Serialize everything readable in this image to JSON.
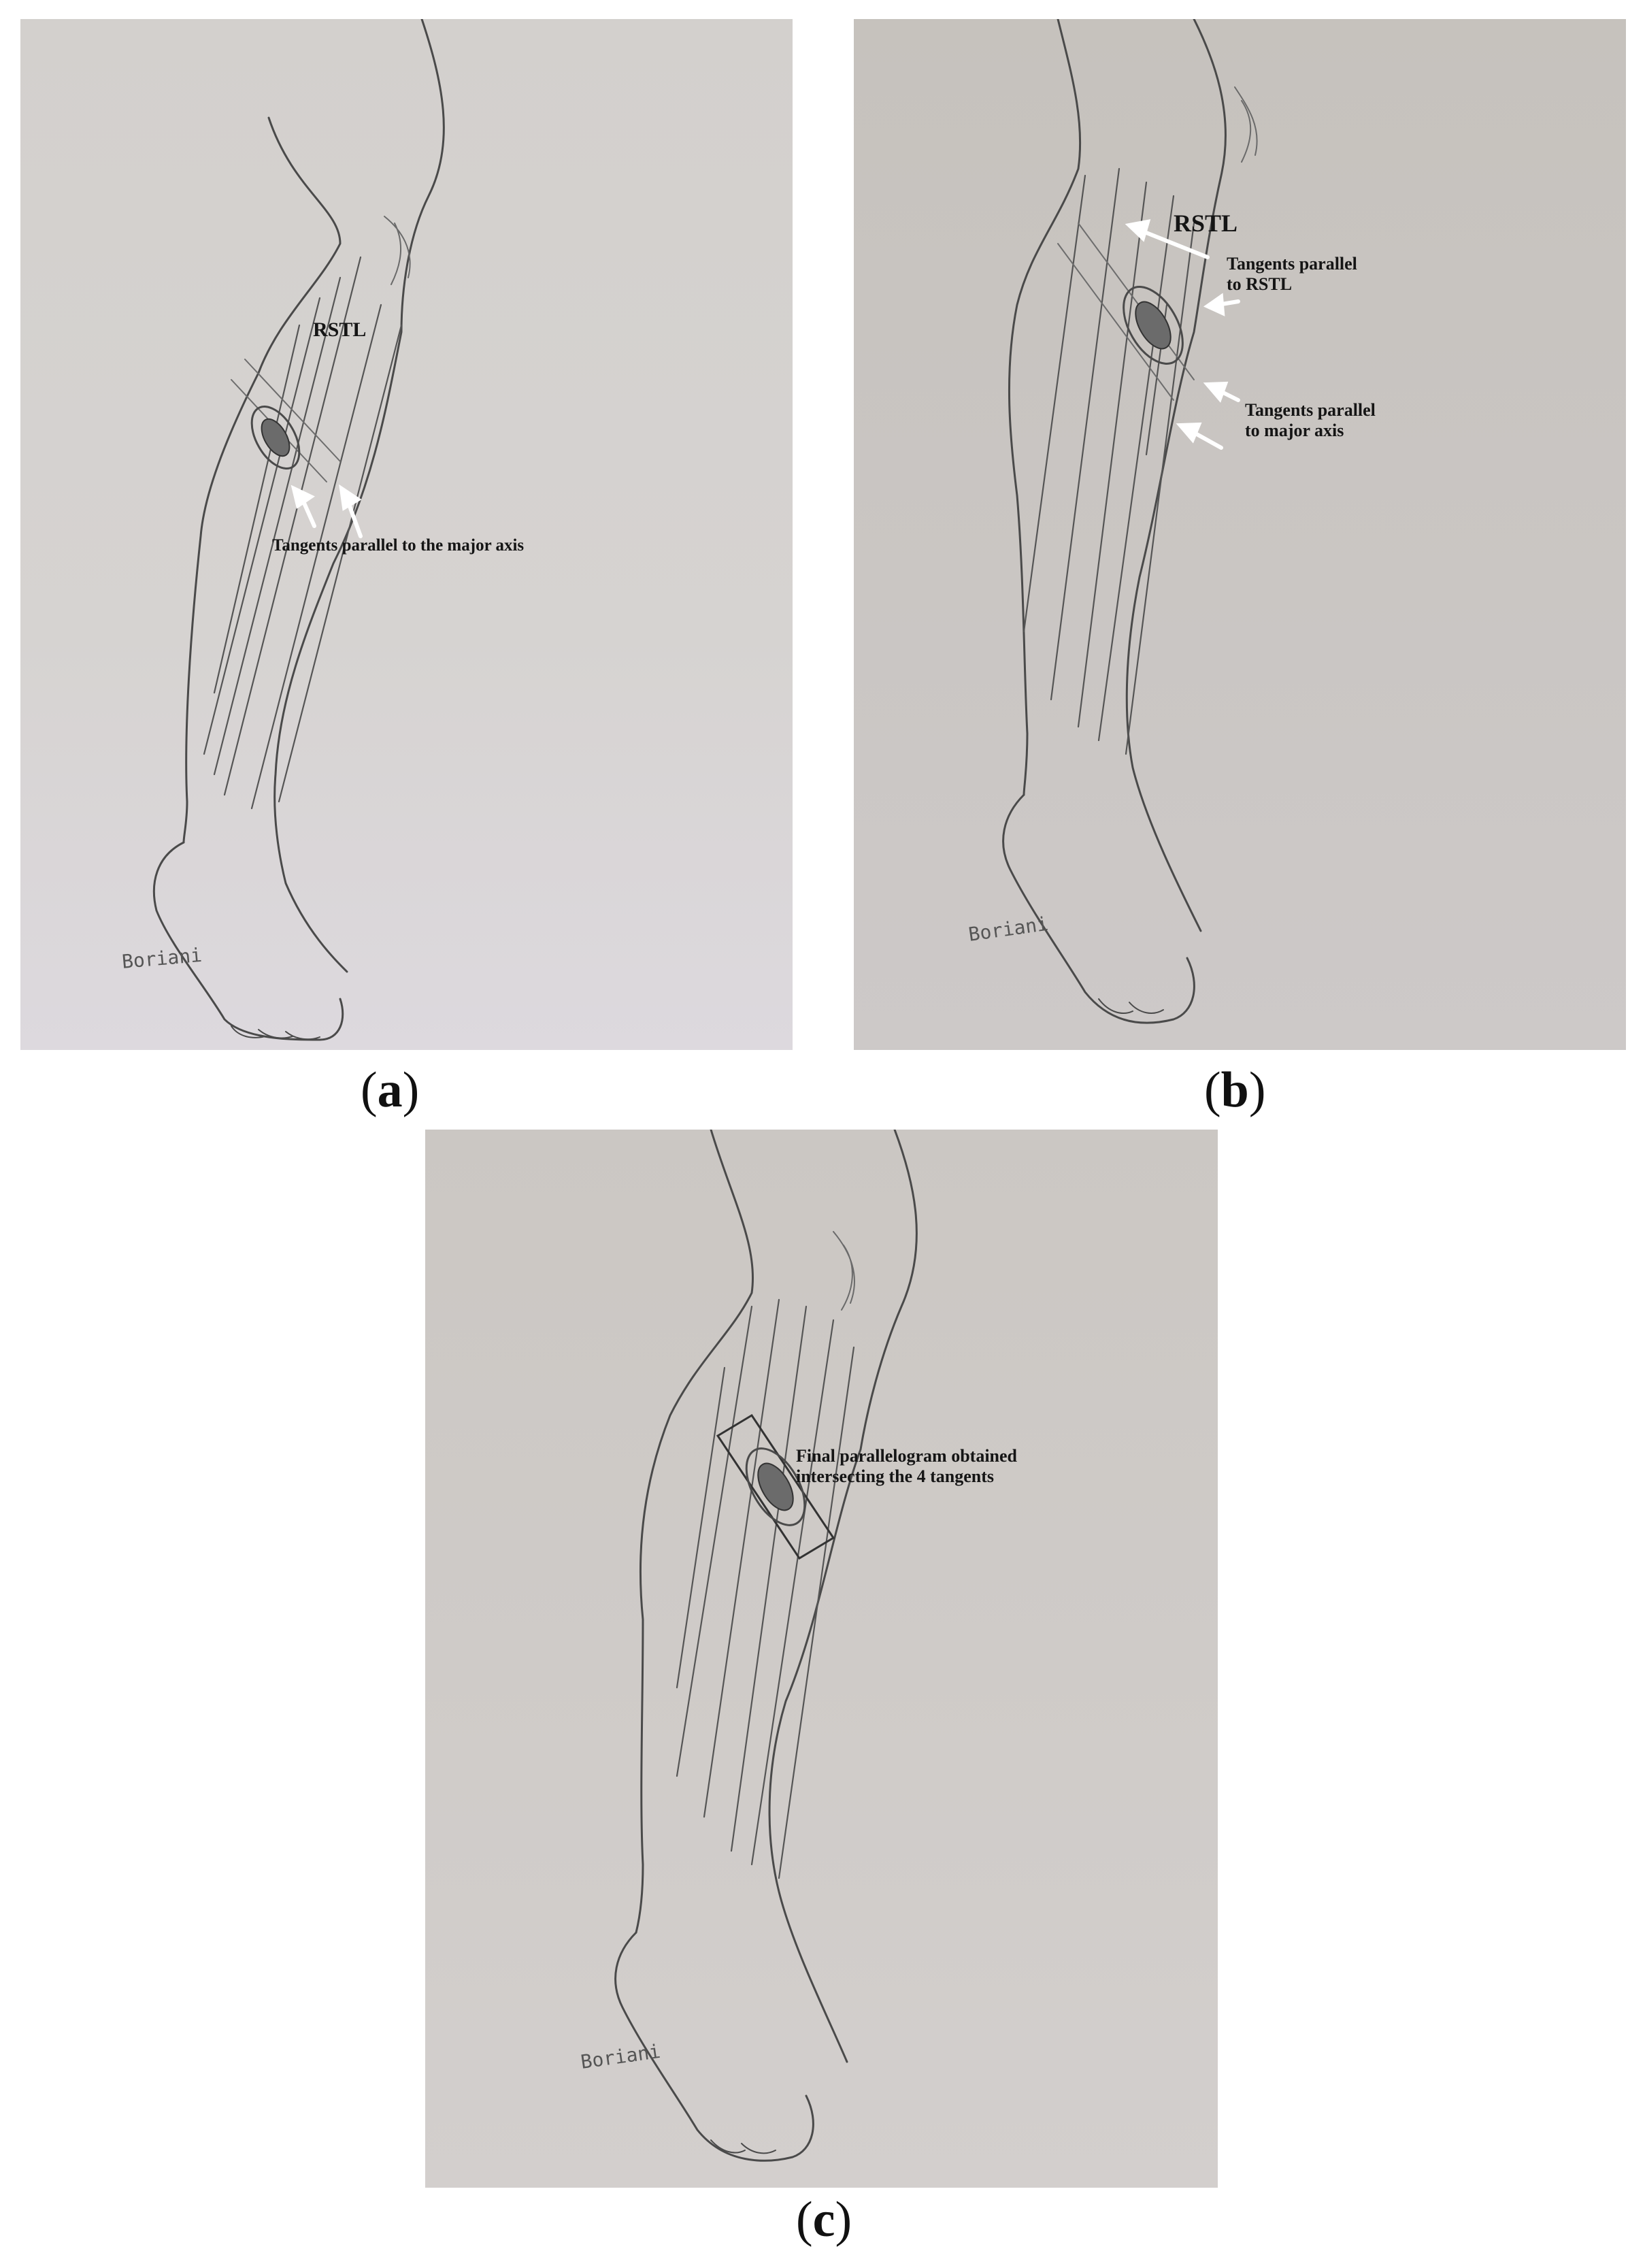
{
  "panels": [
    {
      "id": "a",
      "caption_letter": "a",
      "labels": {
        "rstl": "RSTL",
        "tangents": "Tangents parallel to the major axis"
      },
      "signature": "Boriani"
    },
    {
      "id": "b",
      "caption_letter": "b",
      "labels": {
        "rstl": "RSTL",
        "tangents_rstl_line1": "Tangents parallel",
        "tangents_rstl_line2": "to RSTL",
        "tangents_major_line1": "Tangents parallel",
        "tangents_major_line2": "to major axis"
      },
      "signature": "Boriani"
    },
    {
      "id": "c",
      "caption_letter": "c",
      "labels": {
        "final_line1": "Final parallelogram obtained",
        "final_line2": "intersecting the 4 tangents"
      },
      "signature": "Boriani"
    }
  ],
  "colors": {
    "paper_a": "#d7d3d0",
    "paper_b": "#c9c5c0",
    "paper_c": "#cfcac6",
    "pencil": "#4a4a4a",
    "arrow": "#ffffff"
  }
}
